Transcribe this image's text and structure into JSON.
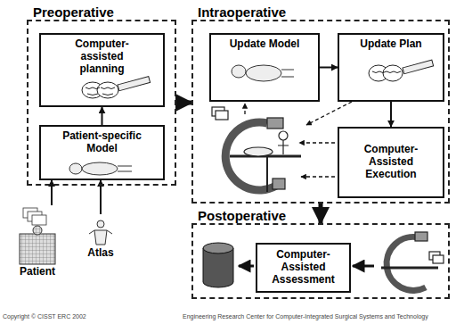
{
  "diagram": {
    "nodes": [
      {
        "text": [
          "Preoperative"
        ]
      },
      {
        "text": [
          "Computer-assisted planning"
        ],
        "in": 0
      },
      {
        "text": [
          "Patient-specific Model"
        ],
        "in": 0
      },
      {
        "text": [
          "Intraoperative"
        ]
      },
      {
        "text": [
          "Update Model"
        ],
        "in": 3
      },
      {
        "text": [
          "Update Plan"
        ],
        "in": 3
      },
      {
        "text": [
          "Computer-Assisted Execution"
        ],
        "in": 3
      },
      {
        "text": [
          "Postoperative"
        ]
      },
      {
        "text": [
          "Computer-Assisted Assessment"
        ],
        "in": 7
      },
      {
        "text": [
          "Patient"
        ]
      },
      {
        "text": [
          "Atlas"
        ]
      }
    ],
    "edges": [
      {
        "from": 2,
        "to": 1,
        "arrow": "to"
      },
      {
        "from": 0,
        "to": 3,
        "arrow": "to"
      },
      {
        "from": 4,
        "to": 5,
        "arrow": "to"
      },
      {
        "from": 5,
        "to": 6,
        "arrow": "to"
      },
      {
        "from": 3,
        "to": 7,
        "arrow": "to"
      },
      {
        "from": 9,
        "to": 2,
        "arrow": "to"
      },
      {
        "from": 10,
        "to": 2,
        "arrow": "to"
      }
    ],
    "labels": [
      "Copyright © CISST ERC 2002",
      "Engineering Research Center for Computer-Integrated Surgical Systems and Technology"
    ]
  }
}
